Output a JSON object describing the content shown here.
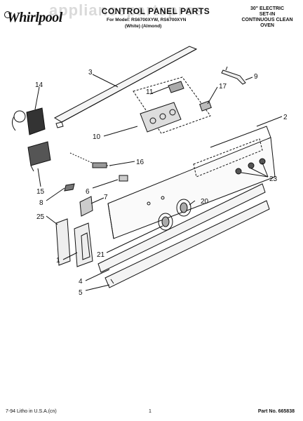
{
  "header": {
    "brand": "Whirlpool",
    "title": "CONTROL PANEL PARTS",
    "model_prefix": "For Model: RS6700XYW, RS6700XYN",
    "colors": "(White)   (Almond)",
    "oven_desc": [
      "30\" ELECTRIC",
      "SET-IN",
      "CONTINUOUS CLEAN",
      "OVEN"
    ]
  },
  "watermark": "appliancepartspros",
  "callouts": [
    "3",
    "9",
    "14",
    "11",
    "17",
    "2",
    "10",
    "16",
    "23",
    "15",
    "6",
    "7",
    "8",
    "20",
    "25",
    "21",
    "1",
    "4",
    "5"
  ],
  "footer": {
    "litho": "7-94 Litho in U.S.A.(cn)",
    "page": "1",
    "part_no": "Part No. 665838"
  },
  "colors": {
    "ink": "#111111",
    "paper": "#ffffff"
  }
}
